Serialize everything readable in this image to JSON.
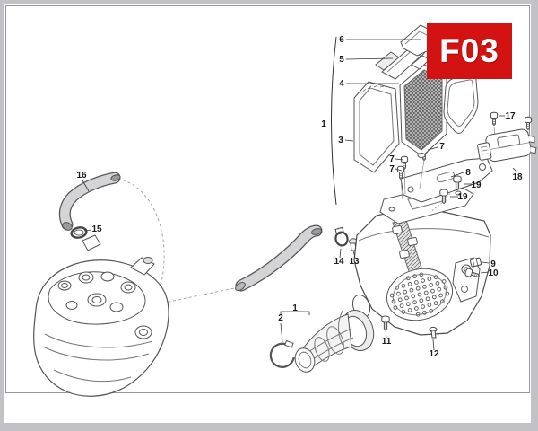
{
  "window": {
    "section_code": "F03",
    "colors": {
      "badge_red": "#d31212",
      "page_border_gray": "#c2c2c6",
      "drawing_frame_gray": "#97979b",
      "line_gray": "#4d4d4d"
    }
  },
  "diagram": {
    "callouts": [
      {
        "label": "1"
      },
      {
        "label": "6"
      },
      {
        "label": "5"
      },
      {
        "label": "4"
      },
      {
        "label": "3"
      },
      {
        "label": "7"
      },
      {
        "label": "7"
      },
      {
        "label": "7"
      },
      {
        "label": "8"
      },
      {
        "label": "19"
      },
      {
        "label": "19"
      },
      {
        "label": "17"
      },
      {
        "label": "18"
      },
      {
        "label": "9"
      },
      {
        "label": "10"
      },
      {
        "label": "16"
      },
      {
        "label": "15"
      },
      {
        "label": "14"
      },
      {
        "label": "13"
      },
      {
        "label": "1"
      },
      {
        "label": "2"
      },
      {
        "label": "11"
      },
      {
        "label": "12"
      }
    ]
  }
}
